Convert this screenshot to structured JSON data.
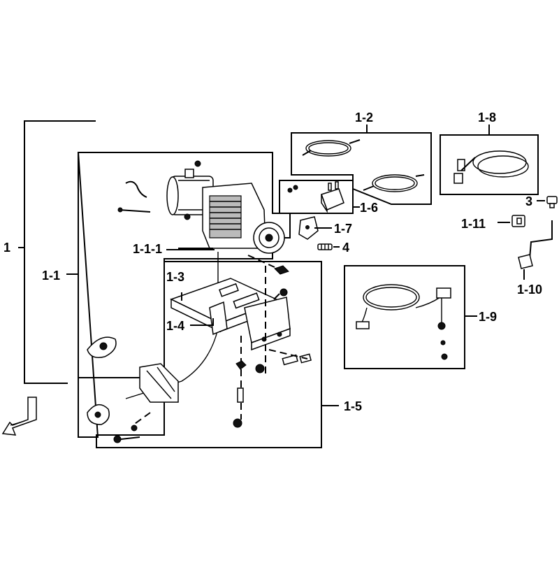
{
  "diagram": {
    "callouts": {
      "c1": "1",
      "c1_1": "1-1",
      "c1_1_1": "1-1-1",
      "c1_2": "1-2",
      "c1_3": "1-3",
      "c1_4": "1-4",
      "c1_5": "1-5",
      "c1_6": "1-6",
      "c1_7": "1-7",
      "c1_8": "1-8",
      "c1_9": "1-9",
      "c1_10": "1-10",
      "c1_11": "1-11",
      "c3": "3",
      "c4": "4"
    }
  }
}
